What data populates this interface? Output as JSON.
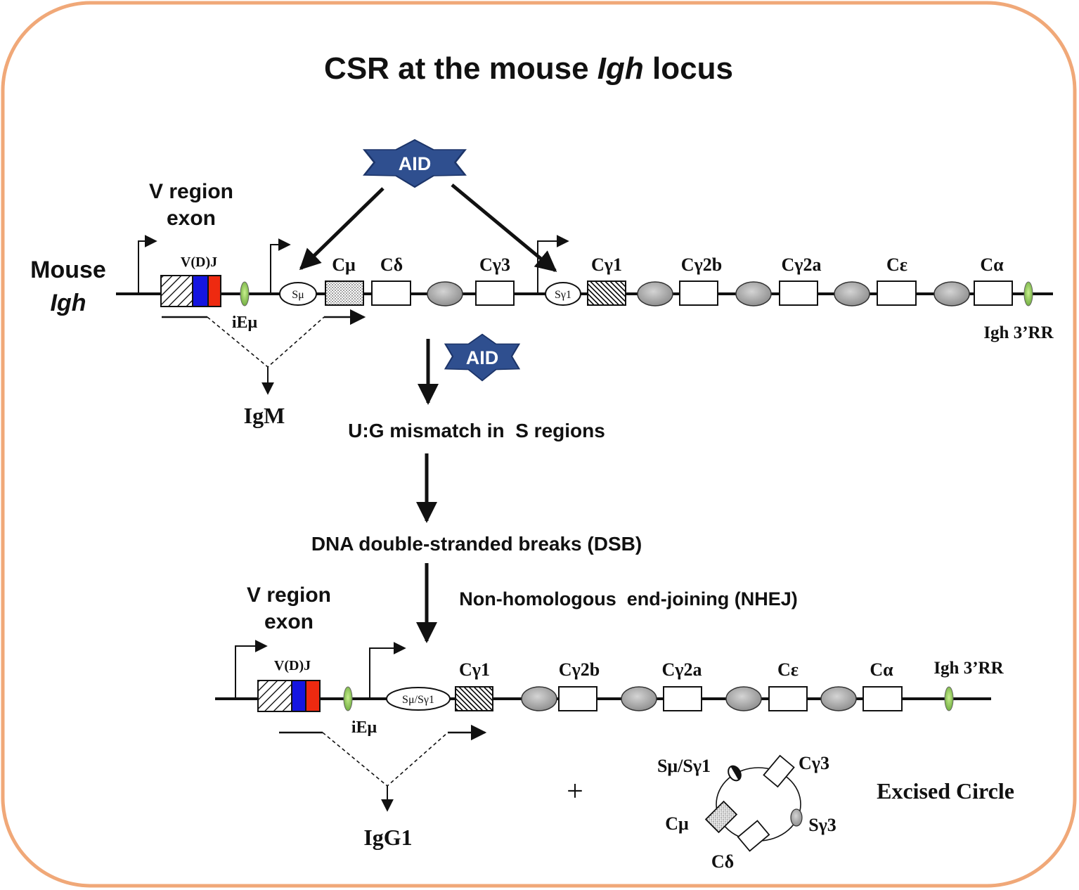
{
  "title": {
    "prefix": "CSR at the mouse ",
    "italic": "Igh",
    "suffix": " locus"
  },
  "colors": {
    "frame": "#f0a878",
    "aid_star": "#2f4f8f",
    "v_blue": "#1515e0",
    "v_red": "#ee2a10",
    "enhancer_green": "#8fcf5a",
    "ellipse_gray": "#a0a0a0",
    "line": "#111111"
  },
  "aid": {
    "label": "AID"
  },
  "locus_label": {
    "line1": "Mouse",
    "line2": "Igh"
  },
  "top_locus": {
    "v_region": {
      "line1": "V region",
      "line2": "exon"
    },
    "vdj": "V(D)J",
    "iemu": "iEμ",
    "smu": "Sμ",
    "sg1": "Sγ1",
    "segments": [
      "Cμ",
      "Cδ",
      "Cγ3",
      "Cγ1",
      "Cγ2b",
      "Cγ2a",
      "Cε",
      "Cα"
    ],
    "rr": "Igh 3’RR",
    "product": "IgM"
  },
  "steps": {
    "mismatch": "U:G mismatch in  S regions",
    "dsb": "DNA double-stranded breaks (DSB)",
    "nhej": "Non-homologous  end-joining (NHEJ)"
  },
  "bottom_locus": {
    "v_region": {
      "line1": "V region",
      "line2": "exon"
    },
    "vdj": "V(D)J",
    "iemu": "iEμ",
    "switch": "Sμ/Sγ1",
    "segments": [
      "Cγ1",
      "Cγ2b",
      "Cγ2a",
      "Cε",
      "Cα"
    ],
    "rr": "Igh 3’RR",
    "product": "IgG1"
  },
  "plus": "+",
  "circle": {
    "title": "Excised Circle",
    "labels": {
      "switch": "Sμ/Sγ1",
      "cg3": "Cγ3",
      "sg3": "Sγ3",
      "cd": "Cδ",
      "cmu": "Cμ"
    }
  }
}
